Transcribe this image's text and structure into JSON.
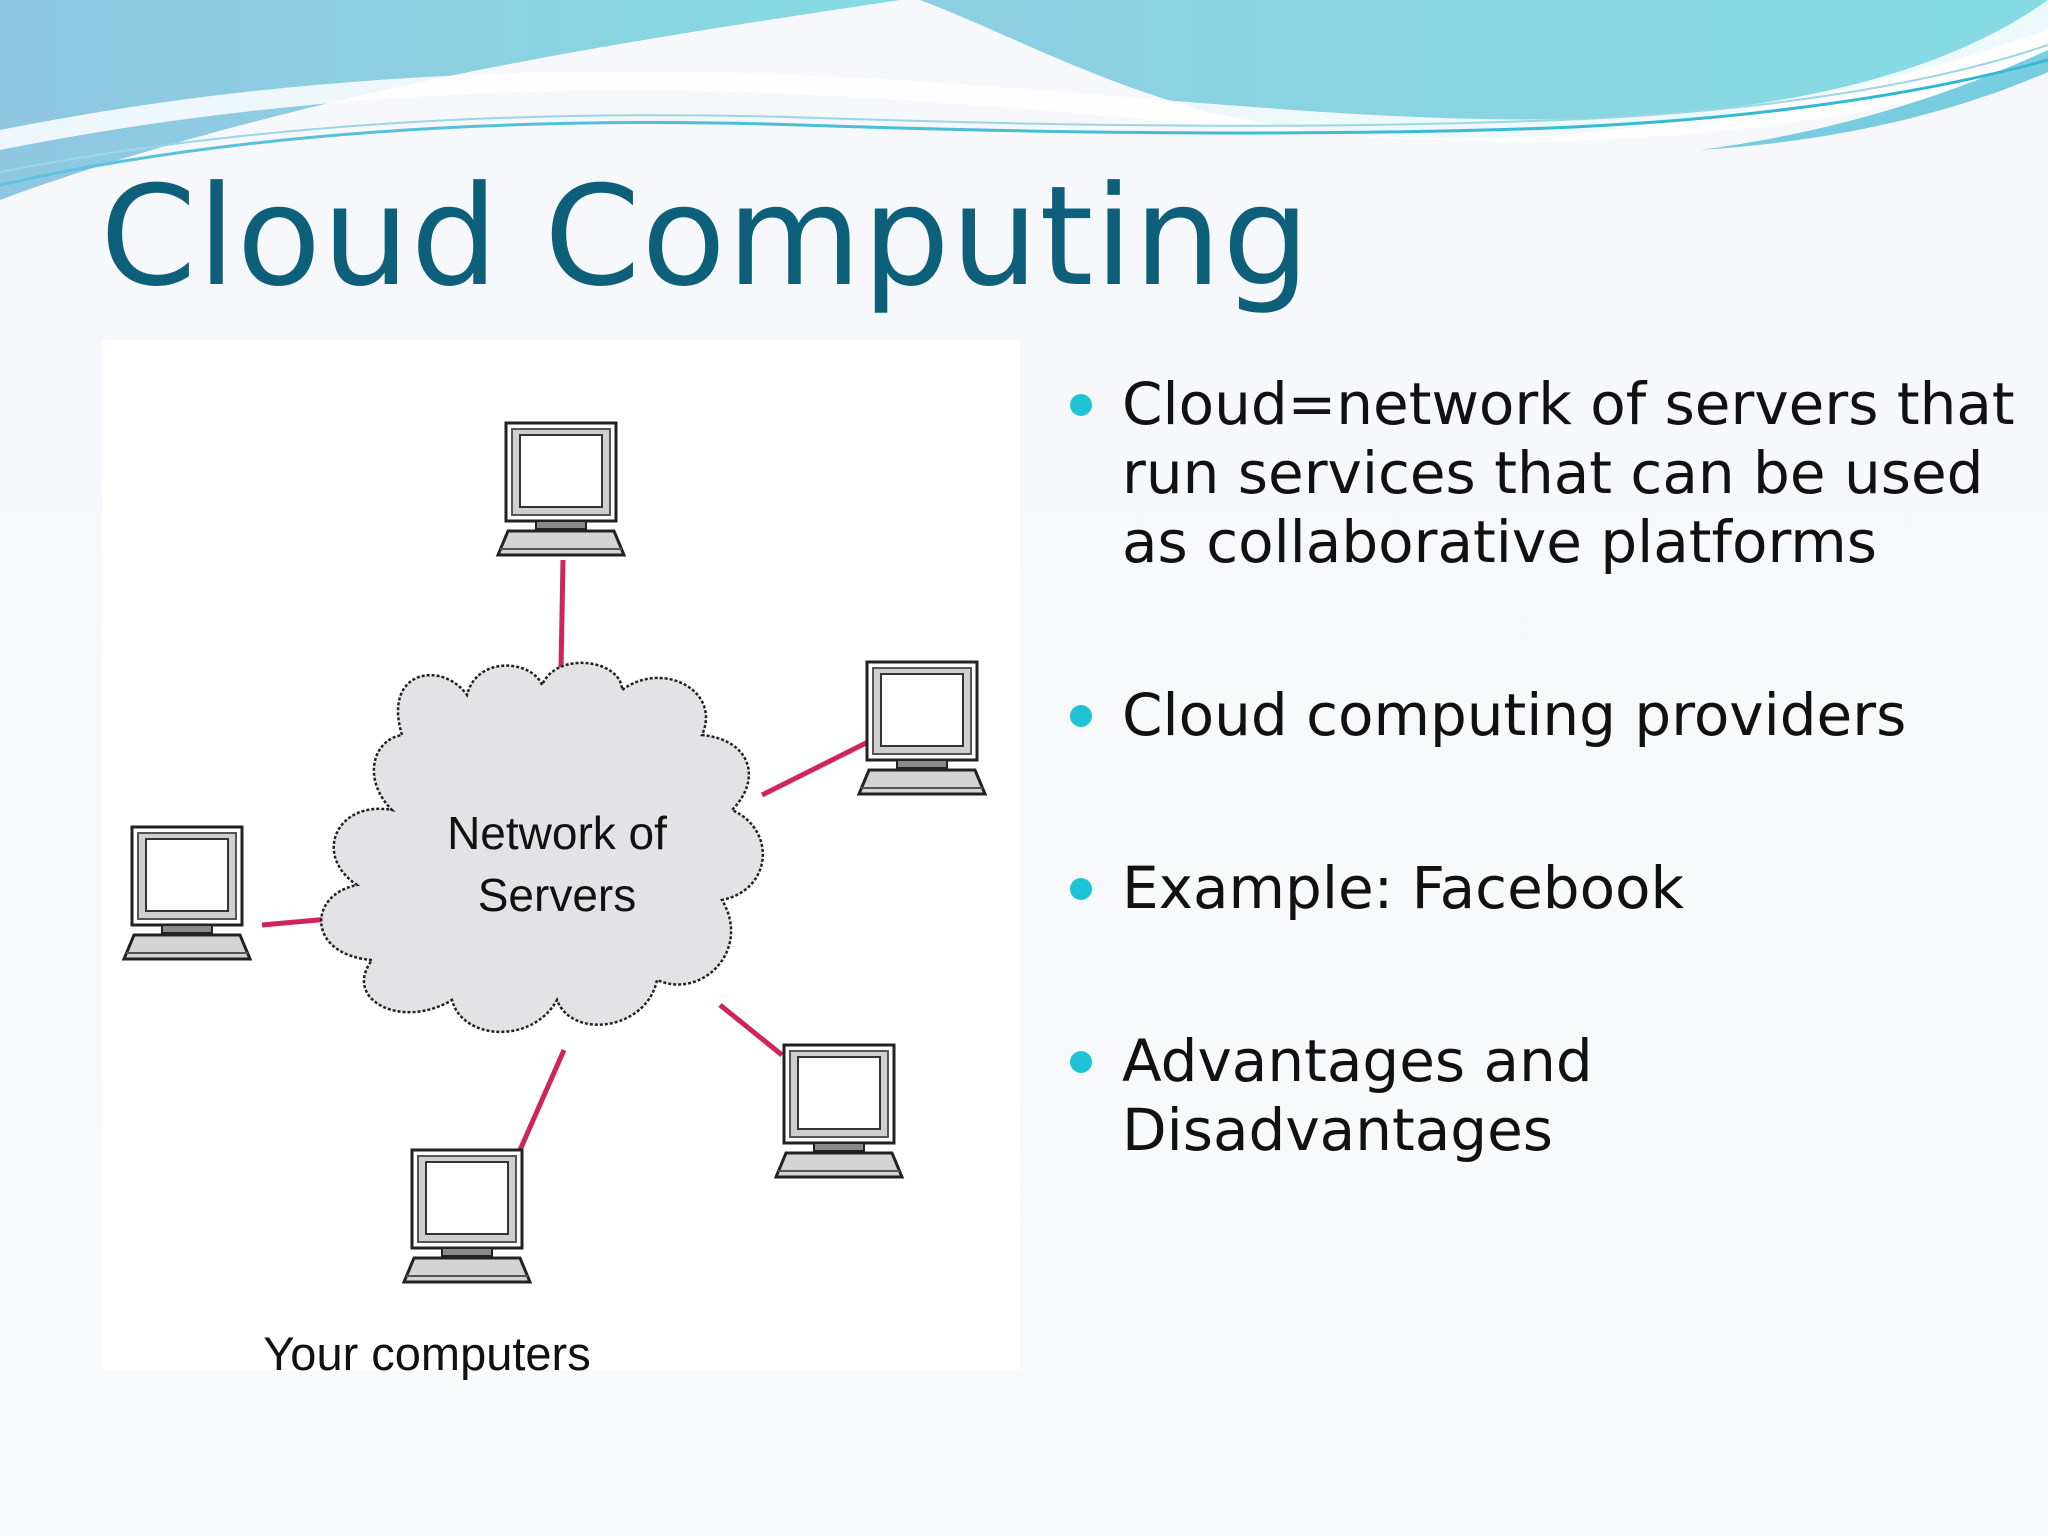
{
  "slide": {
    "title": "Cloud Computing",
    "diagram": {
      "cloud_label_line1": "Network of",
      "cloud_label_line2": "Servers",
      "caption": "Your computers",
      "link_color": "#d0245c",
      "cloud_fill": "#e3e3e6",
      "icon": "desktop-computer-icon"
    },
    "bullets": [
      "Cloud=network of servers that run services that can be used as collaborative platforms",
      "Cloud computing providers",
      "Example: Facebook",
      "Advantages and Disadvantages"
    ],
    "colors": {
      "title": "#0e5f79",
      "bullet_marker": "#1fc3d6",
      "header_wave": "#7fd0e0"
    }
  }
}
